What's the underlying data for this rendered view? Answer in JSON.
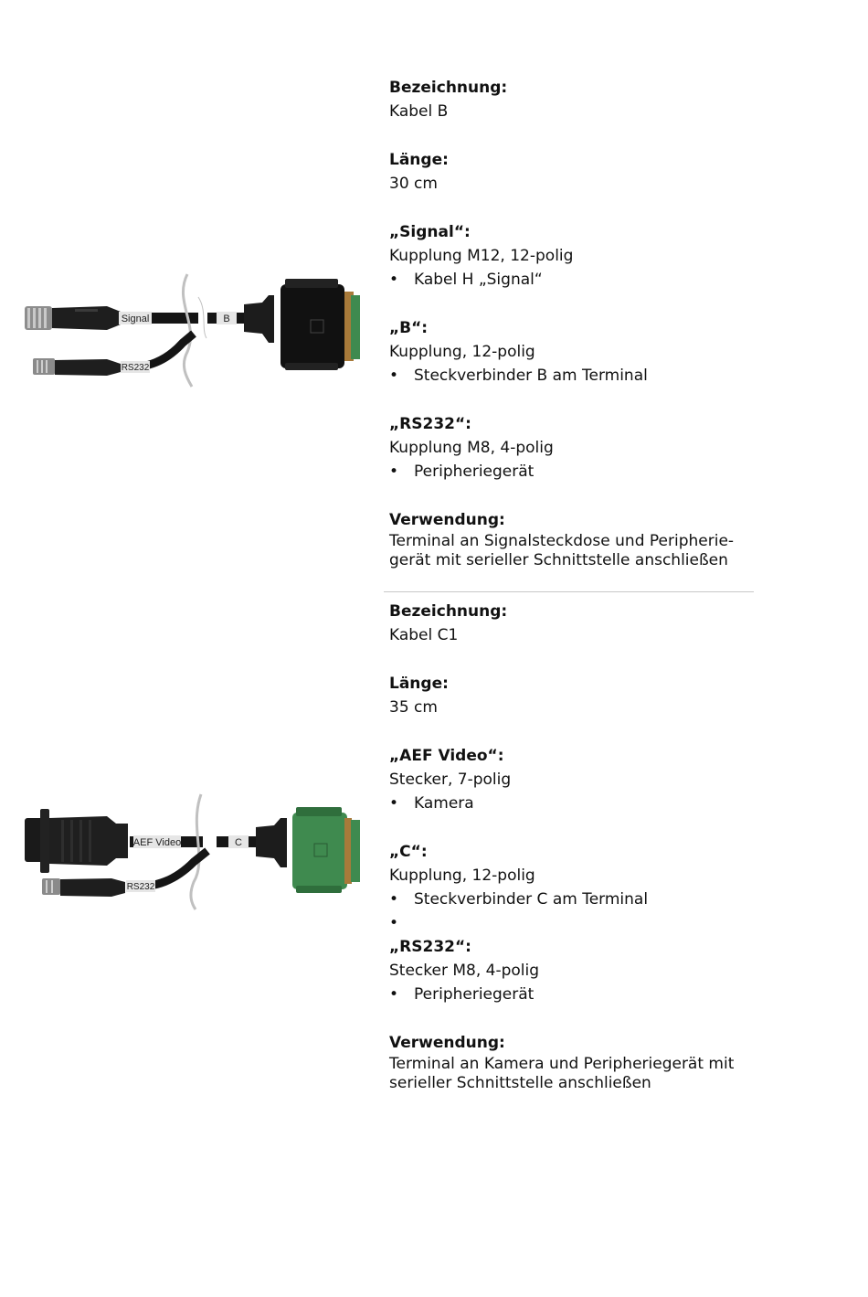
{
  "cable1": {
    "name_heading": "Bezeichnung:",
    "name_value": "Kabel B",
    "length_heading": "Länge:",
    "length_value": "30 cm",
    "signal_heading": "„Signal“:",
    "signal_value": "Kupplung M12, 12-polig",
    "signal_bullet": "Kabel H „Signal“",
    "b_heading": "„B“:",
    "b_value": "Kupplung, 12-polig",
    "b_bullet": "Steckverbinder B am Terminal",
    "rs232_heading": "„RS232“:",
    "rs232_value": "Kupplung M8, 4-polig",
    "rs232_bullet": "Peripheriegerät",
    "usage_heading": "Verwendung:",
    "usage_line1": "Terminal an Signalsteckdose und Peripherie-",
    "usage_line2": "gerät mit serieller Schnittstelle anschließen",
    "image_labels": {
      "signal": "Signal",
      "b": "B",
      "rs232": "RS232"
    }
  },
  "cable2": {
    "name_heading": "Bezeichnung:",
    "name_value": "Kabel C1",
    "length_heading": "Länge:",
    "length_value": "35 cm",
    "aef_heading": "„AEF Video“:",
    "aef_value": "Stecker, 7-polig",
    "aef_bullet": "Kamera",
    "c_heading": "„C“:",
    "c_value": "Kupplung, 12-polig",
    "c_bullet": "Steckverbinder C am Terminal",
    "rs232_heading": "„RS232“:",
    "rs232_value": "Stecker M8, 4-polig",
    "rs232_bullet": "Peripheriegerät",
    "usage_heading": "Verwendung:",
    "usage_line1": "Terminal an Kamera und Peripheriegerät mit",
    "usage_line2": "serieller Schnittstelle anschließen",
    "image_labels": {
      "aef": "AEF Video",
      "c": "C",
      "rs232": "RS232"
    }
  },
  "bullet_char": "•",
  "colors": {
    "cable": "#111111",
    "connector_green": "#3f8a4f",
    "label_bg": "#e6e6e6",
    "divider": "#c8c8c8"
  }
}
